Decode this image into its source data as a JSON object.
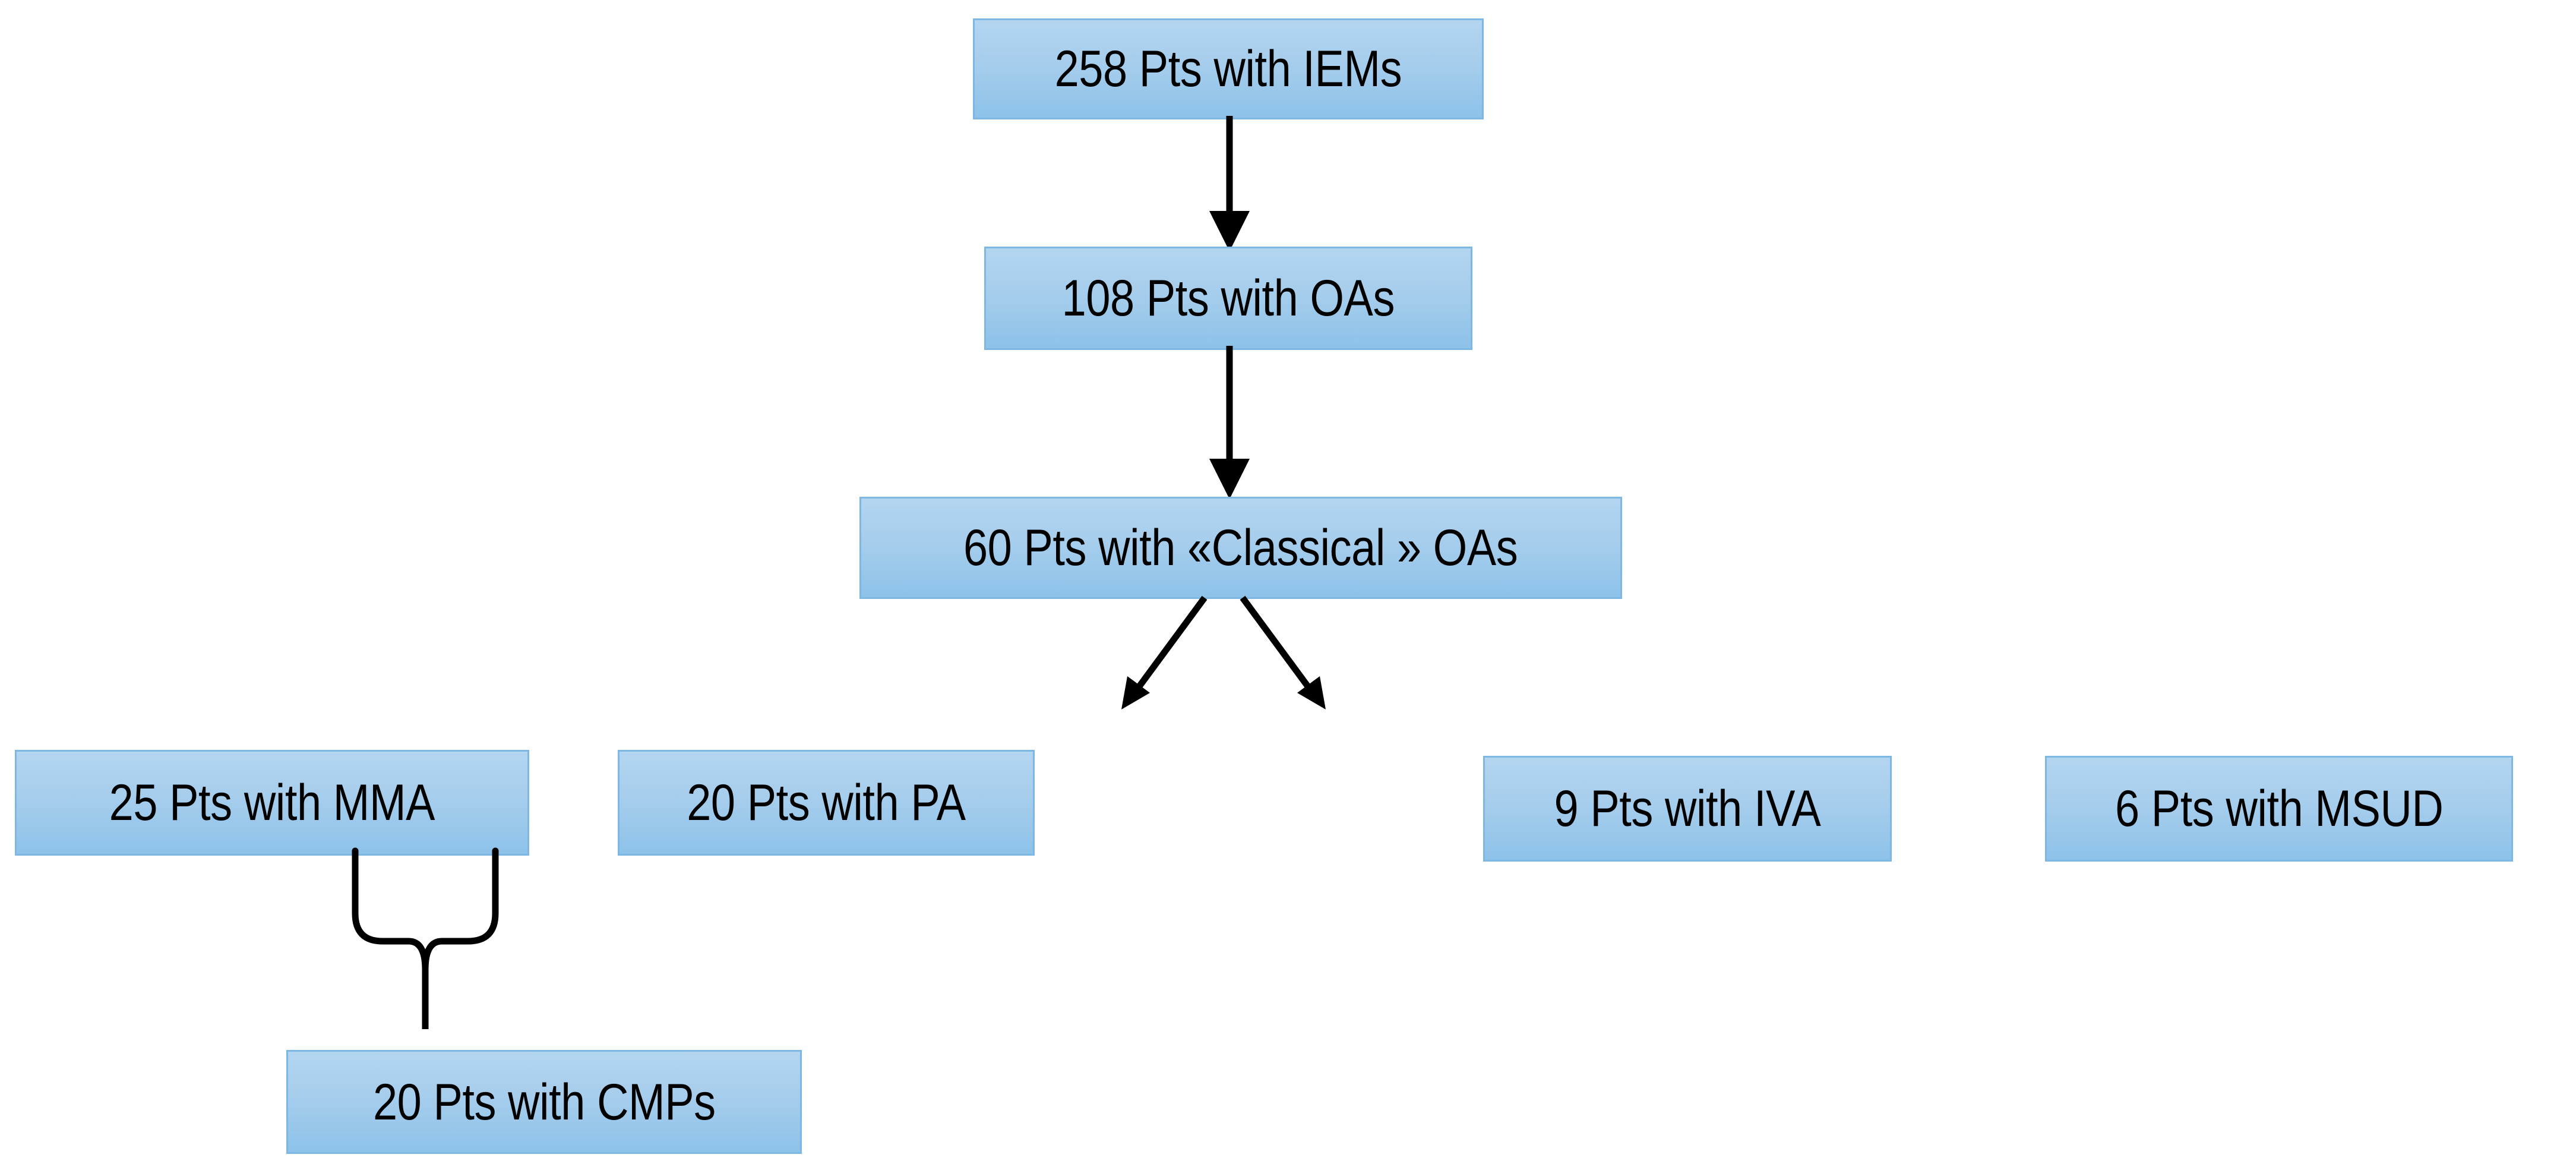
{
  "diagram": {
    "title": "Patient cohort flow for inborn errors of metabolism",
    "type": "flowchart",
    "accent_color": "#a6cdec",
    "border_color": "#7cb8e3",
    "connector_color": "#000000",
    "background_color": "#ffffff"
  },
  "nodes": {
    "iems": {
      "label": "258 Pts with IEMs",
      "count": 258,
      "group": "IEMs"
    },
    "oas": {
      "label": "108 Pts with OAs",
      "count": 108,
      "group": "OAs"
    },
    "classical": {
      "label": "60 Pts with «Classical » OAs",
      "count": 60,
      "group": "Classical OAs"
    },
    "mma": {
      "label": "25 Pts with MMA",
      "count": 25,
      "group": "MMA"
    },
    "pa": {
      "label": "20 Pts with PA",
      "count": 20,
      "group": "PA"
    },
    "iva": {
      "label": "9 Pts with IVA",
      "count": 9,
      "group": "IVA"
    },
    "msud": {
      "label": "6 Pts with MSUD",
      "count": 6,
      "group": "MSUD"
    },
    "cmps": {
      "label": "20 Pts with CMPs",
      "count": 20,
      "group": "CMPs"
    }
  },
  "connectors": {
    "iems_to_oas": {
      "kind": "arrow-down",
      "from": "iems",
      "to": "oas"
    },
    "oas_to_classical": {
      "kind": "arrow-down",
      "from": "oas",
      "to": "classical"
    },
    "classical_split": {
      "kind": "arrow-split",
      "from": "classical",
      "to": [
        "mma",
        "pa"
      ]
    },
    "mma_pa_brace": {
      "kind": "curly-brace",
      "from": [
        "mma",
        "pa"
      ],
      "to": "cmps"
    }
  }
}
